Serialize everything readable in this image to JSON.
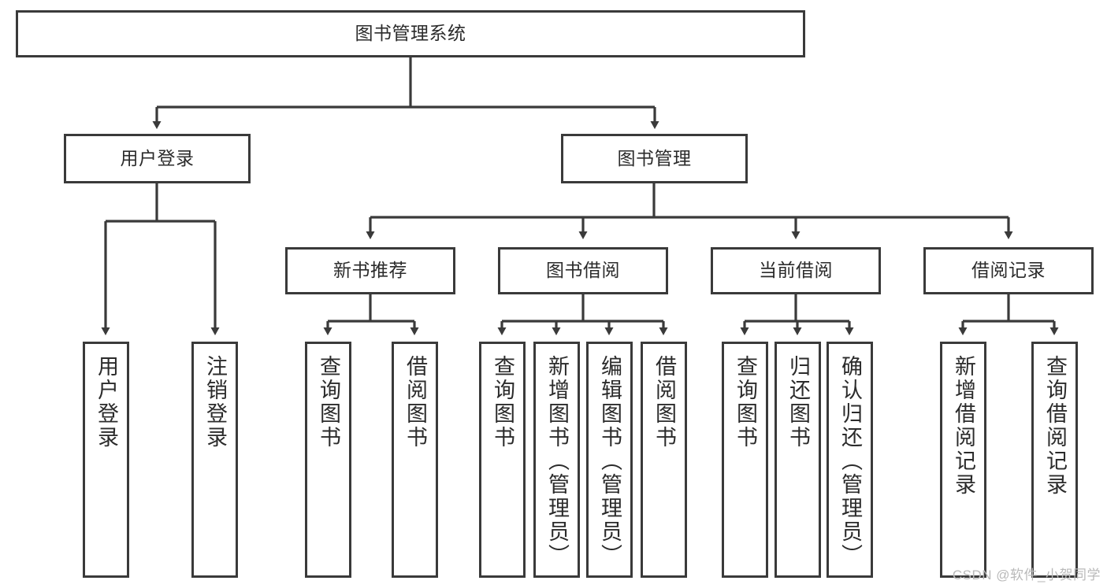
{
  "diagram": {
    "title": "图书管理系统",
    "type": "tree-hierarchy",
    "watermark": "CSDN @软件_小贺同学",
    "colors": {
      "border": "#3a3a3a",
      "text": "#2b2b2b",
      "background": "#ffffff",
      "watermark": "#b9b9b9"
    }
  },
  "nodes": {
    "root": {
      "label": "图书管理系统"
    },
    "level2": [
      {
        "id": "user-login",
        "label": "用户登录"
      },
      {
        "id": "book-management",
        "label": "图书管理"
      }
    ],
    "level3": [
      {
        "id": "new-book-recommend",
        "label": "新书推荐"
      },
      {
        "id": "book-borrow",
        "label": "图书借阅"
      },
      {
        "id": "current-borrow",
        "label": "当前借阅"
      },
      {
        "id": "borrow-record",
        "label": "借阅记录"
      }
    ],
    "leaves": {
      "user_login": [
        {
          "id": "leaf-user-login",
          "label": "用户登录"
        },
        {
          "id": "leaf-logout-login",
          "label": "注销登录"
        }
      ],
      "new_book_recommend": [
        {
          "id": "leaf-query-book-1",
          "label": "查询图书"
        },
        {
          "id": "leaf-borrow-book-1",
          "label": "借阅图书"
        }
      ],
      "book_borrow": [
        {
          "id": "leaf-query-book-2",
          "label": "查询图书"
        },
        {
          "id": "leaf-add-book",
          "label": "新增图书（管理员）"
        },
        {
          "id": "leaf-edit-book",
          "label": "编辑图书（管理员）"
        },
        {
          "id": "leaf-borrow-book-2",
          "label": "借阅图书"
        }
      ],
      "current_borrow": [
        {
          "id": "leaf-query-book-3",
          "label": "查询图书"
        },
        {
          "id": "leaf-return-book",
          "label": "归还图书"
        },
        {
          "id": "leaf-confirm-return",
          "label": "确认归还（管理员）"
        }
      ],
      "borrow_record": [
        {
          "id": "leaf-add-borrow-record",
          "label": "新增借阅记录"
        },
        {
          "id": "leaf-query-borrow-record",
          "label": "查询借阅记录"
        }
      ]
    }
  }
}
